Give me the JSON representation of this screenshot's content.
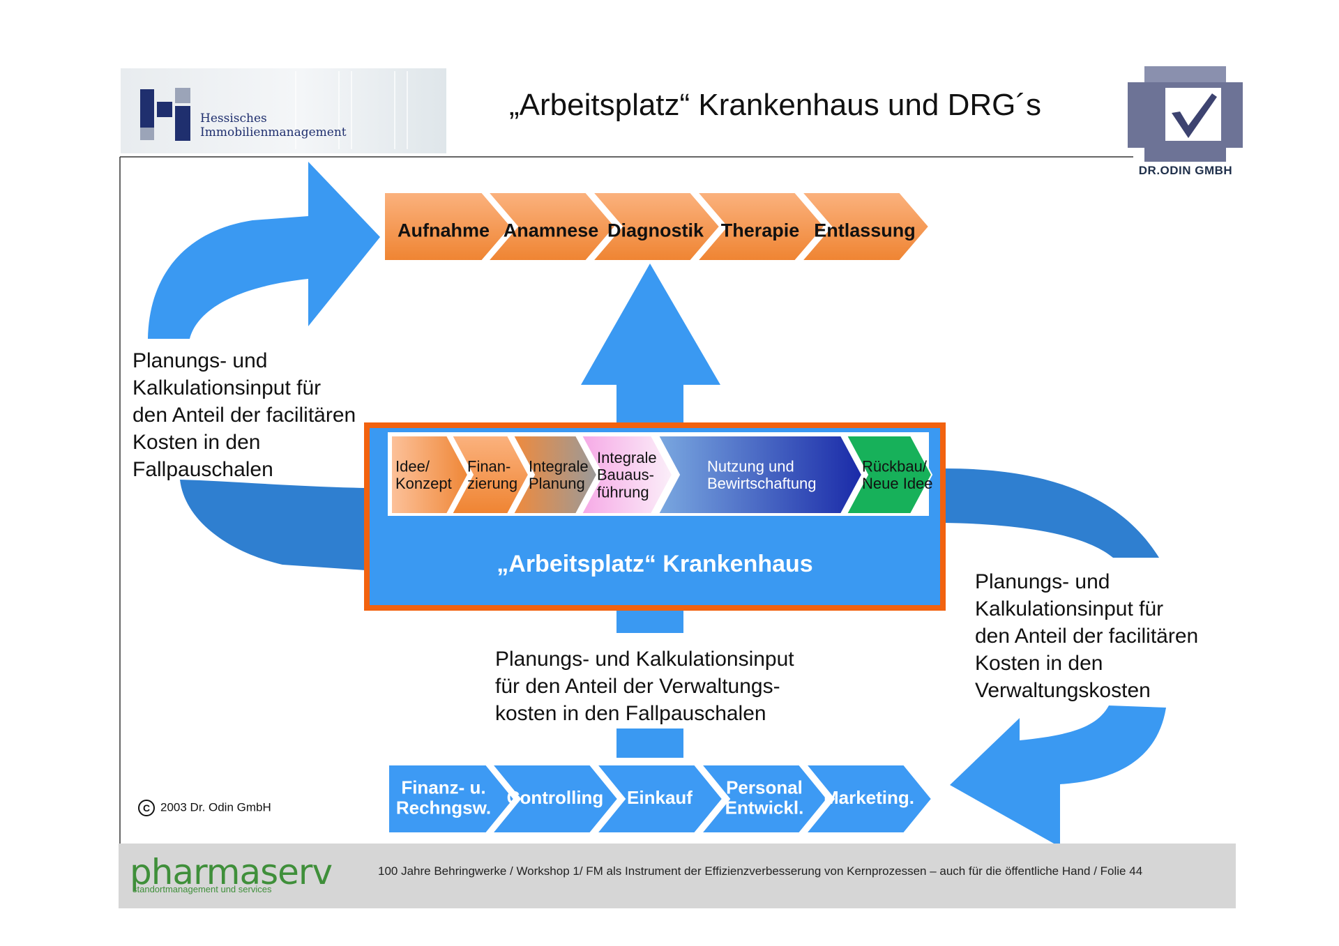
{
  "header": {
    "logo_line1": "Hessisches",
    "logo_line2": "Immobilienmanagement",
    "title": "„Arbeitsplatz“ Krankenhaus und DRG´s",
    "odin_label": "DR.ODIN GMBH"
  },
  "top_process": [
    "Aufnahme",
    "Anamnese",
    "Diagnostik",
    "Therapie",
    "Entlassung"
  ],
  "lifecycle": [
    {
      "l1": "Idee/",
      "l2": "Konzept",
      "l3": ""
    },
    {
      "l1": "Finan-",
      "l2": "zierung",
      "l3": ""
    },
    {
      "l1": "Integrale",
      "l2": "Planung",
      "l3": ""
    },
    {
      "l1": "Integrale",
      "l2": "Bauaus-",
      "l3": "führung"
    },
    {
      "l1": "Nutzung und",
      "l2": "Bewirtschaftung",
      "l3": ""
    },
    {
      "l1": "Rückbau/",
      "l2": "Neue Idee",
      "l3": ""
    }
  ],
  "center_label": "„Arbeitsplatz“ Krankenhaus",
  "left_text": [
    "Planungs- und",
    "Kalkulationsinput für",
    "den Anteil der facilitären",
    "Kosten in den",
    "Fallpauschalen"
  ],
  "right_text": [
    "Planungs- und",
    "Kalkulationsinput für",
    "den Anteil der facilitären",
    "Kosten in den",
    "Verwaltungskosten"
  ],
  "middle_text": [
    "Planungs- und Kalkulationsinput",
    "für den Anteil der Verwaltungs-",
    "kosten in den Fallpauschalen"
  ],
  "bottom_process": [
    {
      "l1": "Finanz- u.",
      "l2": "Rechngsw."
    },
    {
      "l1": "Controlling",
      "l2": ""
    },
    {
      "l1": "Einkauf",
      "l2": ""
    },
    {
      "l1": "Personal",
      "l2": "Entwickl."
    },
    {
      "l1": "Marketing.",
      "l2": ""
    }
  ],
  "copyright": "2003 Dr. Odin GmbH",
  "copyright_symbol": "C",
  "footer": {
    "brand": "pharmaserv",
    "brand_sub": "standortmanagement und services",
    "text": "100 Jahre Behringwerke / Workshop 1/ FM als Instrument der Effizienzverbesserung von Kernprozessen – auch für die öffentliche Hand / Folie 44"
  },
  "colors": {
    "blue_arrow": "#3a99f2",
    "blue_dark": "#2f7fd0",
    "orange_border": "#f2620f",
    "orange_light": "#fbb07a",
    "orange_dark": "#f0852f",
    "bottom_blue": "#3d9af4",
    "green": "#17b15a",
    "odin_logo": "#6d7396"
  }
}
